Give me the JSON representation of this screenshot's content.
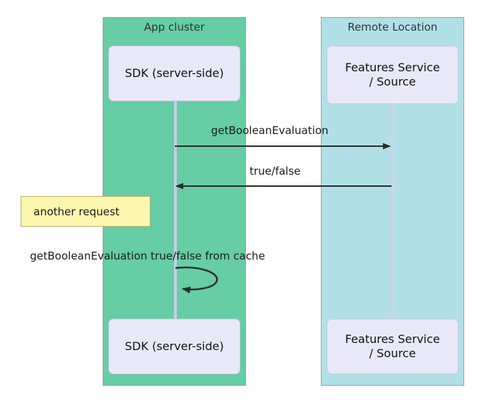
{
  "diagram": {
    "type": "sequence-diagram",
    "groups": [
      {
        "id": "app-cluster",
        "label": "App cluster",
        "color": "#66cda5"
      },
      {
        "id": "remote-location",
        "label": "Remote Location",
        "color": "#b0e0e6"
      }
    ],
    "participants": [
      {
        "id": "sdk",
        "label": "SDK (server-side)",
        "group": "app-cluster",
        "box_color": "#e8e8f8"
      },
      {
        "id": "features",
        "label": "Features Service\n/ Source",
        "label_line1": "Features Service",
        "label_line2": "/ Source",
        "group": "remote-location",
        "box_color": "#e8e8f8"
      }
    ],
    "participants_bottom": [
      {
        "id": "sdk-bottom",
        "label": "SDK (server-side)"
      },
      {
        "id": "features-bottom",
        "label_line1": "Features Service",
        "label_line2": "/ Source"
      }
    ],
    "messages": [
      {
        "id": "msg-1",
        "label": "getBooleanEvaluation",
        "from": "sdk",
        "to": "features",
        "direction": "right",
        "style": "solid"
      },
      {
        "id": "msg-2",
        "label": "true/false",
        "from": "features",
        "to": "sdk",
        "direction": "left",
        "style": "solid"
      },
      {
        "id": "msg-3",
        "label": "getBooleanEvaluation true/false from cache",
        "from": "sdk",
        "to": "sdk",
        "direction": "self",
        "style": "solid"
      }
    ],
    "notes": [
      {
        "id": "note-1",
        "label": "another request",
        "background": "#fdf6ae",
        "border": "#b5ae6a"
      }
    ],
    "colors": {
      "lifeline": "#d7cef0",
      "arrow": "#2b2b2b",
      "group_border": "#9aa0a6",
      "participant_fill": "#e8e8f8",
      "text": "#1a1a1a"
    }
  }
}
